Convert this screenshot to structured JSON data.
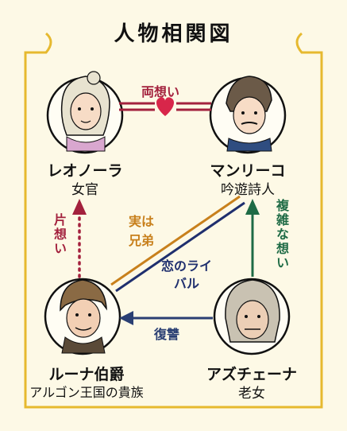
{
  "title": "人物相関図",
  "characters": {
    "leonora": {
      "name": "レオノーラ",
      "role": "女官"
    },
    "manrico": {
      "name": "マンリーコ",
      "role": "吟遊詩人"
    },
    "luna": {
      "name": "ルーナ伯爵",
      "role": "アルゴン王国の貴族"
    },
    "azucena": {
      "name": "アズチェーナ",
      "role": "老女"
    }
  },
  "relations": {
    "mutual_love": "両想い",
    "one_sided": "片想い",
    "brothers": "実は兄弟",
    "rivals": "恋のライバル",
    "complex": "複雑な想い",
    "revenge": "復讐"
  },
  "colors": {
    "love": "#a3213d",
    "heart": "#d8264a",
    "brothers": "#c8801c",
    "rivals": "#1f2f6e",
    "complex": "#1e6b45",
    "revenge": "#2a3f73",
    "frame": "#e6b92f",
    "background": "#fdf9e6"
  }
}
